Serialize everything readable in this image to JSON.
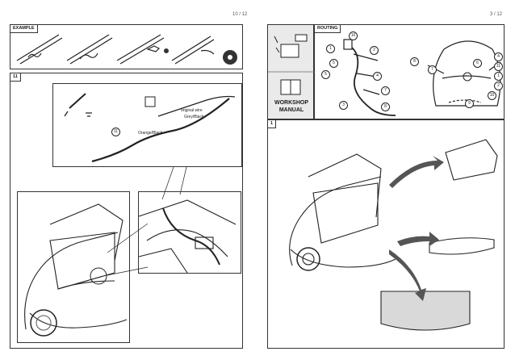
{
  "left_page": {
    "page_number": "10 / 12",
    "example_tag": "EXAMPLE",
    "step_tag": "11",
    "callout_original_wire": "original wire",
    "callout_grey_black": "Grey/Black",
    "callout_orange_black": "Orange/Black",
    "callout_number": "11"
  },
  "right_page": {
    "page_number": "3 / 12",
    "routing_tag": "ROUTING",
    "workshop_manual": "WORKSHOP MANUAL",
    "step_tag": "1",
    "routing_numbers": [
      "1",
      "2",
      "3",
      "4",
      "5",
      "6",
      "7",
      "8",
      "9",
      "10",
      "11"
    ]
  }
}
